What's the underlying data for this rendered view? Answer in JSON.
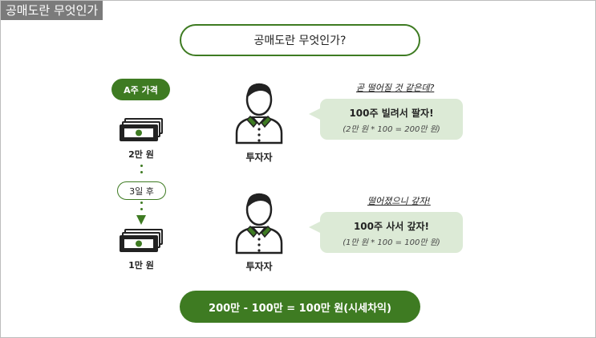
{
  "corner_tag": "공매도란 무엇인가",
  "title": "공매도란 무엇인가?",
  "timeline": {
    "price_label": "A주 가격",
    "price_before": "2만 원",
    "elapsed": "3일 후",
    "price_after": "1만 원"
  },
  "scenes": [
    {
      "person_label": "투자자",
      "thought": "곧 떨어질 것 같은데?",
      "bubble_main": "100주 빌려서 팔자!",
      "bubble_sub": "(2만 원 * 100 = 200만 원)"
    },
    {
      "person_label": "투자자",
      "thought": "떨어졌으니 갚자!",
      "bubble_main": "100주 사서 갚자!",
      "bubble_sub": "(1만 원 * 100 = 100만 원)"
    }
  ],
  "result": "200만 - 100만 = 100만 원(시세차익)",
  "colors": {
    "accent": "#3e7b22",
    "bubble": "#dcead6"
  },
  "icons": {
    "money": "money-stack-icon",
    "person": "investor-person-icon"
  }
}
